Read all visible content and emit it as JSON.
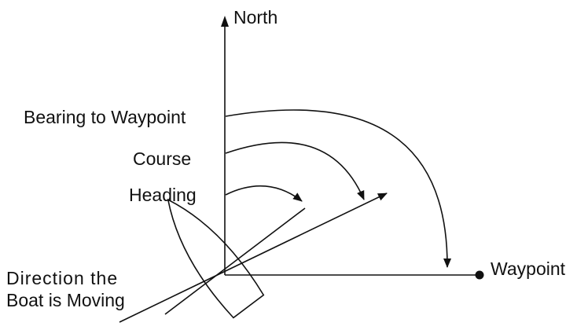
{
  "labels": {
    "north": "North",
    "bearing": "Bearing to Waypoint",
    "course": "Course",
    "heading": "Heading",
    "direction_line1": "Direction the",
    "direction_line2": "Boat is Moving",
    "waypoint": "Waypoint"
  },
  "colors": {
    "ink": "#111111",
    "background": "#ffffff"
  }
}
